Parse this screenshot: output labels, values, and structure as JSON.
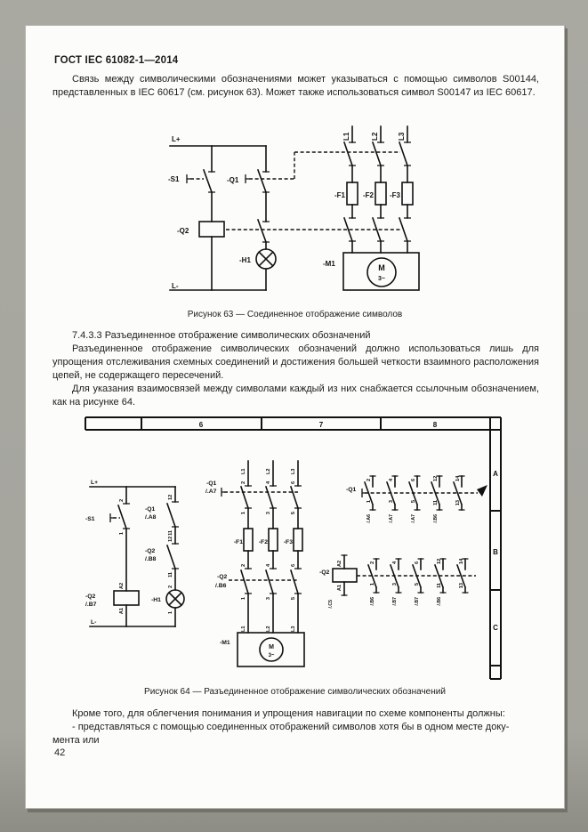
{
  "doc": {
    "header": "ГОСТ IEC 61082-1—2014",
    "p1": "Связь между символическими обозначениями может указываться с помощью символов S00144, представленных в IEC 60617 (см. рисунок 63). Может также использоваться символ S00147 из IEC 60617.",
    "caption63": "Рисунок 63 — Соединенное отображение символов",
    "h7433": "7.4.3.3 Разъединенное отображение символических обозначений",
    "p2": "Разъединенное отображение символических обозначений должно использоваться лишь для упрощения отслеживания схемных соединений и достижения большей четкости взаимного расположения цепей, не содержащего пересечений.",
    "p3": "Для указания взаимосвязей между символами каждый из них снабжается ссылочным обозначением, как на рисунке 64.",
    "caption64": "Рисунок 64 — Разъединенное отображение символических обозначений",
    "p4": "Кроме того, для облегчения понимания и упрощения навигации по схеме компоненты должны:",
    "p5a": "- представляться с помощью соединенных отображений символов хотя бы в одном месте доку-",
    "p5b": "мента или",
    "page_number": "42"
  },
  "fig63": {
    "lplus": "L+",
    "lminus": "L-",
    "s1": "-S1",
    "q1": "-Q1",
    "q2": "-Q2",
    "h1": "-H1",
    "m1": "-M1",
    "f1": "-F1",
    "f2": "-F2",
    "f3": "-F3",
    "l1": "L1",
    "l2": "L2",
    "l3": "L3",
    "motor_m": "M",
    "motor_3": "3~"
  },
  "fig64": {
    "grid": {
      "cols": [
        "6",
        "7",
        "8"
      ],
      "rows": [
        "A",
        "B",
        "C"
      ]
    },
    "left": {
      "lplus": "L+",
      "lminus": "L-",
      "s1": "-S1",
      "s1_t": "2",
      "s1_b": "1",
      "q1aux": "-Q1",
      "q1aux_ref": "/.A8",
      "q1aux_t": "12",
      "q1aux_b": "11",
      "q2aux": "-Q2",
      "q2aux_ref": "/.B8",
      "q2aux_t": "12",
      "q2aux_b": "11",
      "h1": "-H1",
      "h1_t": "2",
      "h1_b": "1",
      "coil": "-Q2",
      "coil_ref": "/.B7",
      "coil_t": "A2",
      "coil_b": "A1"
    },
    "mid": {
      "phases": [
        "L1",
        "L2",
        "L3"
      ],
      "q1": "-Q1",
      "q1_ref": "/.A7",
      "q1_top": [
        "2",
        "4",
        "6"
      ],
      "q1_bot": [
        "1",
        "3",
        "5"
      ],
      "fuses": [
        "-F1",
        "-F2",
        "-F3"
      ],
      "q2": "-Q2",
      "q2_ref": "/.B6",
      "q2_top": [
        "2",
        "4",
        "6"
      ],
      "q2_bot": [
        "1",
        "3",
        "5"
      ],
      "motor_terms": [
        "L1",
        "L2",
        "L3"
      ],
      "m1": "-M1",
      "motor_m": "M",
      "motor_3": "3~"
    },
    "right": {
      "q1row": {
        "label": "-Q1",
        "contacts": [
          {
            "t": "2",
            "b": "1",
            "ref": "/.A6"
          },
          {
            "t": "4",
            "b": "3",
            "ref": "/.A7"
          },
          {
            "t": "6",
            "b": "5",
            "ref": "/.A7"
          },
          {
            "t": "12",
            "b": "11",
            "ref": "/.B6"
          },
          {
            "t": "14",
            "b": "13",
            "ref": ""
          }
        ]
      },
      "q2row": {
        "label": "-Q2",
        "coil_t": "A2",
        "coil_b": "A1",
        "coil_ref": "/.C5",
        "contacts": [
          {
            "t": "2",
            "b": "1",
            "ref": "/.B6"
          },
          {
            "t": "4",
            "b": "3",
            "ref": "/.B7"
          },
          {
            "t": "6",
            "b": "5",
            "ref": "/.B7"
          },
          {
            "t": "12",
            "b": "11",
            "ref": "/.B6"
          },
          {
            "t": "14",
            "b": "13",
            "ref": ""
          }
        ]
      }
    }
  }
}
